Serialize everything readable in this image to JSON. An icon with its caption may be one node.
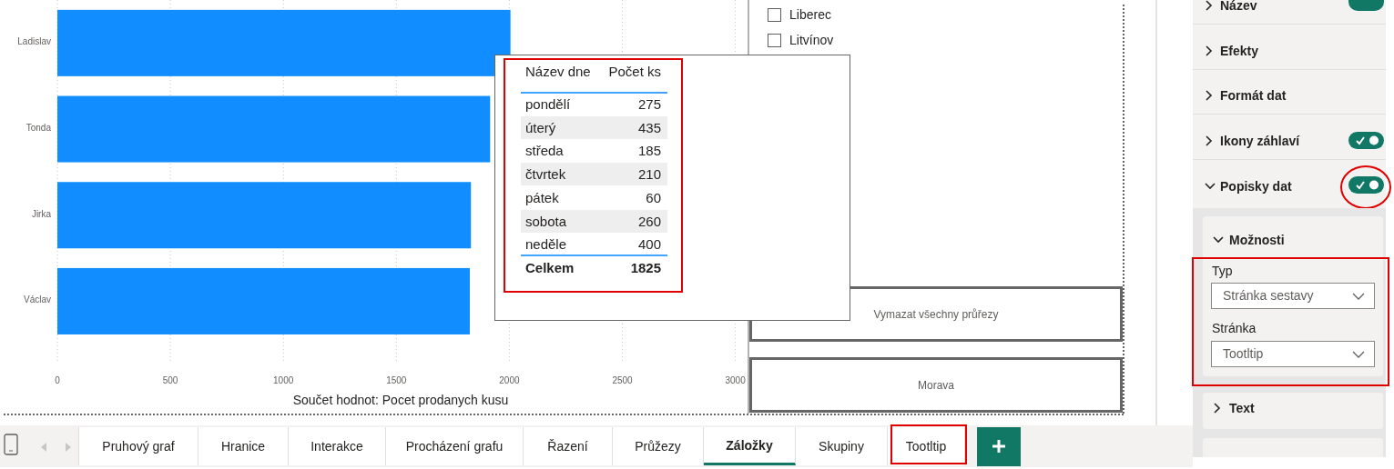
{
  "diagram": {
    "labels": [
      "Liberec",
      "Litvínov",
      "Název dne",
      "Počet ks",
      "pondělí",
      "275",
      "úterý",
      "435",
      "středa",
      "185",
      "čtvrtek",
      "210",
      "pátek",
      "60",
      "sobota",
      "260",
      "neděle",
      "400",
      "Celkem",
      "1825",
      "Vymazat všechny průřezy",
      "Morava",
      "Název",
      "Efekty",
      "Formát dat",
      "Ikony záhlaví",
      "Popisky dat",
      "Možnosti",
      "Typ",
      "Stránka sestavy",
      "Stránka",
      "Tootltip",
      "Text",
      "Pruhový graf",
      "Hranice",
      "Interakce",
      "Procházení grafu",
      "Řazení",
      "Průžezy",
      "Záložky",
      "Skupiny",
      "Tootltip"
    ],
    "chart_data": {
      "type": "bar",
      "orientation": "horizontal",
      "xlabel": "Součet hodnot: Pocet prodanych kusu",
      "categories": [
        "Ladislav",
        "Tonda",
        "Jirka",
        "Václav"
      ],
      "series": [
        {
          "color": "#118dff",
          "values": [
            2005,
            1915,
            1830,
            1825
          ]
        }
      ],
      "grid": true,
      "xlim": [
        0,
        3000
      ],
      "xticks": [
        0,
        500,
        1000,
        1500,
        2000,
        2500,
        3000
      ]
    }
  }
}
